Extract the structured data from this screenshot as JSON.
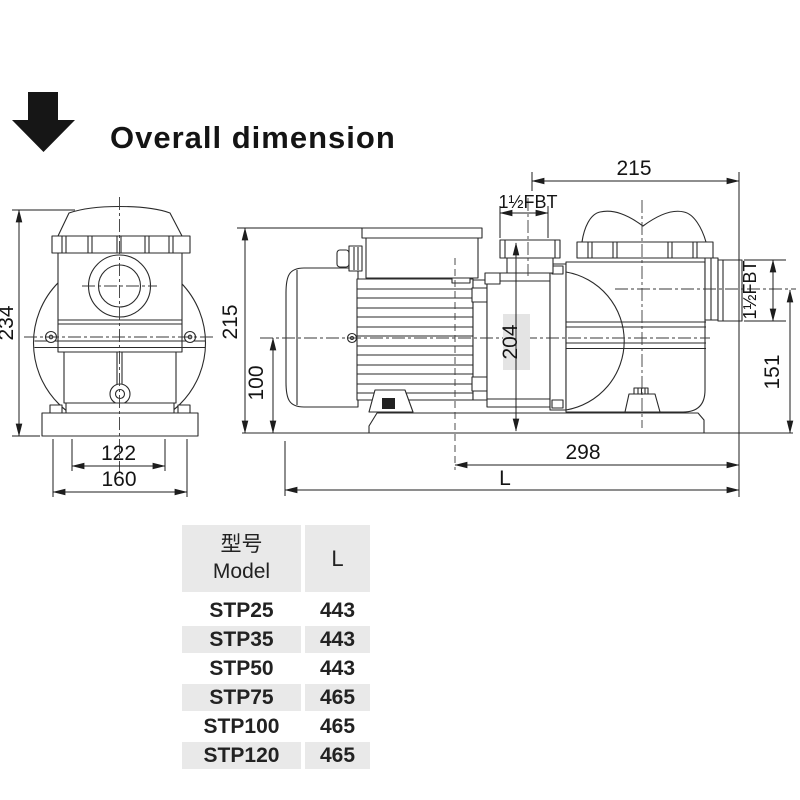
{
  "title": "Overall dimension",
  "dims": {
    "front_height": "234",
    "front_inner_width": "122",
    "front_base_width": "160",
    "side_height": "215",
    "side_center_height": "100",
    "side_port_height": "204",
    "side_top_width": "215",
    "side_suction_height": "151",
    "side_base_length": "298",
    "side_total_length": "L",
    "discharge_port": "1½FBT",
    "suction_port": "1½FBT"
  },
  "table": {
    "header": {
      "model_cn": "型号",
      "model_en": "Model",
      "length": "L"
    },
    "rows": [
      {
        "model": "STP25",
        "l": "443"
      },
      {
        "model": "STP35",
        "l": "443"
      },
      {
        "model": "STP50",
        "l": "443"
      },
      {
        "model": "STP75",
        "l": "465"
      },
      {
        "model": "STP100",
        "l": "465"
      },
      {
        "model": "STP120",
        "l": "465"
      }
    ]
  },
  "colors": {
    "line": "#2a2a2a",
    "stripe": "#e9e9e9",
    "highlight": "#e4e4e4",
    "text": "#161616"
  }
}
